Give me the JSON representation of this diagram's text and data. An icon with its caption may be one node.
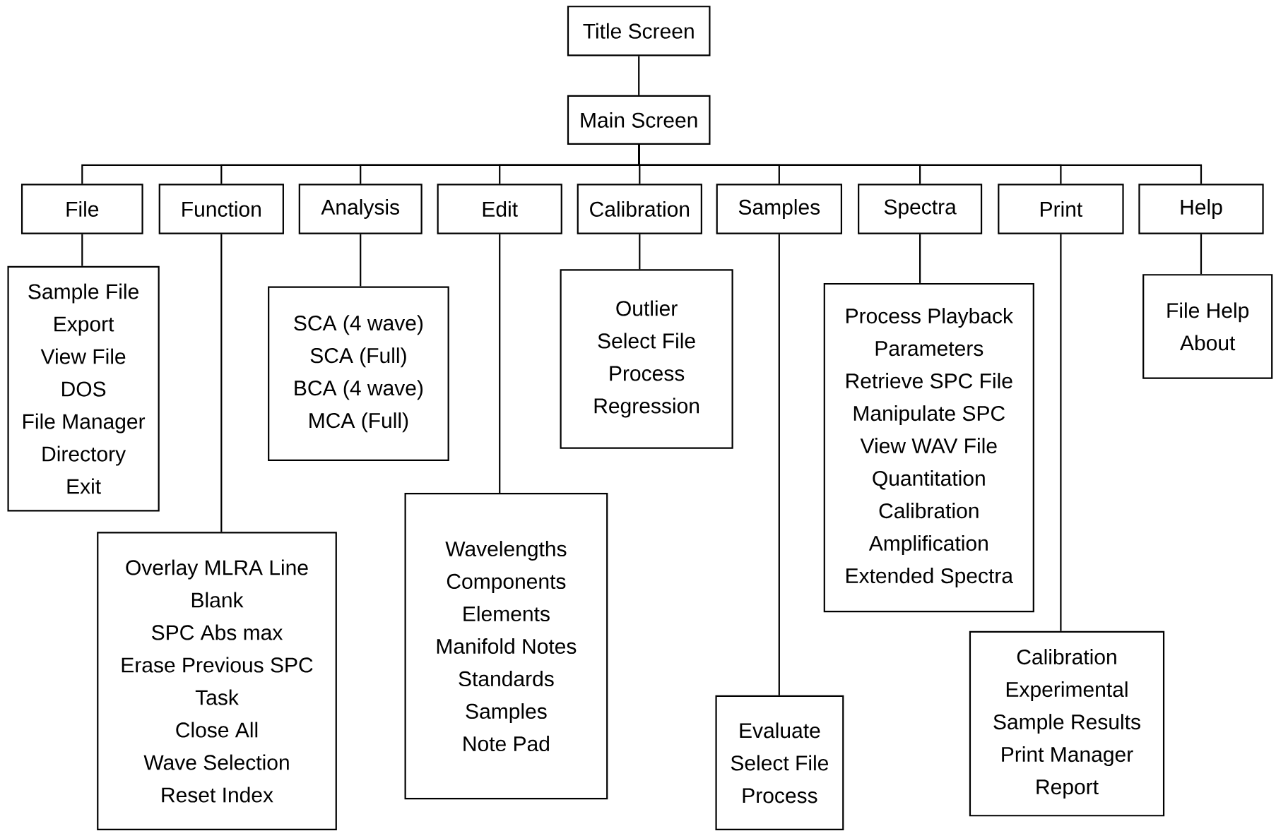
{
  "diagram": {
    "nodes": [
      {
        "text": [
          "Title Screen"
        ]
      },
      {
        "text": [
          "Main Screen"
        ]
      },
      {
        "text": [
          "File"
        ]
      },
      {
        "text": [
          "Function"
        ]
      },
      {
        "text": [
          "Analysis"
        ]
      },
      {
        "text": [
          "Edit"
        ]
      },
      {
        "text": [
          "Calibration"
        ]
      },
      {
        "text": [
          "Samples"
        ]
      },
      {
        "text": [
          "Spectra"
        ]
      },
      {
        "text": [
          "Print"
        ]
      },
      {
        "text": [
          "Help"
        ]
      },
      {
        "text": [
          "Sample File",
          "Export",
          "View File",
          "DOS",
          "File Manager",
          "Directory",
          "Exit"
        ]
      },
      {
        "text": [
          "Overlay MLRA Line",
          "Blank",
          "SPC Abs max",
          "Erase Previous SPC",
          "Task",
          "Close All",
          "Wave Selection",
          "Reset Index"
        ]
      },
      {
        "text": [
          "SCA (4 wave)",
          "SCA (Full)",
          "BCA (4 wave)",
          "MCA (Full)"
        ]
      },
      {
        "text": [
          "Wavelengths",
          "Components",
          "Elements",
          "Manifold Notes",
          "Standards",
          "Samples",
          "Note Pad"
        ]
      },
      {
        "text": [
          "Outlier",
          "Select File",
          "Process",
          "Regression"
        ]
      },
      {
        "text": [
          "Evaluate",
          "Select File",
          "Process"
        ]
      },
      {
        "text": [
          "Process Playback",
          "Parameters",
          "Retrieve SPC File",
          "Manipulate SPC",
          "View WAV File",
          "Quantitation",
          "Calibration",
          "Amplification",
          "Extended Spectra"
        ]
      },
      {
        "text": [
          "Calibration",
          "Experimental",
          "Sample Results",
          "Print Manager",
          "Report"
        ]
      },
      {
        "text": [
          "File Help",
          "About"
        ]
      }
    ],
    "edges": [
      {
        "from": 0,
        "to": 1,
        "arrow": "none"
      },
      {
        "from": 1,
        "to": 2,
        "arrow": "none"
      },
      {
        "from": 1,
        "to": 3,
        "arrow": "none"
      },
      {
        "from": 1,
        "to": 4,
        "arrow": "none"
      },
      {
        "from": 1,
        "to": 5,
        "arrow": "none"
      },
      {
        "from": 1,
        "to": 6,
        "arrow": "none"
      },
      {
        "from": 1,
        "to": 7,
        "arrow": "none"
      },
      {
        "from": 1,
        "to": 8,
        "arrow": "none"
      },
      {
        "from": 1,
        "to": 9,
        "arrow": "none"
      },
      {
        "from": 1,
        "to": 10,
        "arrow": "none"
      },
      {
        "from": 2,
        "to": 11,
        "arrow": "none"
      },
      {
        "from": 3,
        "to": 12,
        "arrow": "none"
      },
      {
        "from": 4,
        "to": 13,
        "arrow": "none"
      },
      {
        "from": 5,
        "to": 14,
        "arrow": "none"
      },
      {
        "from": 6,
        "to": 15,
        "arrow": "none"
      },
      {
        "from": 7,
        "to": 16,
        "arrow": "none"
      },
      {
        "from": 8,
        "to": 17,
        "arrow": "none"
      },
      {
        "from": 9,
        "to": 18,
        "arrow": "none"
      },
      {
        "from": 10,
        "to": 19,
        "arrow": "none"
      }
    ]
  }
}
